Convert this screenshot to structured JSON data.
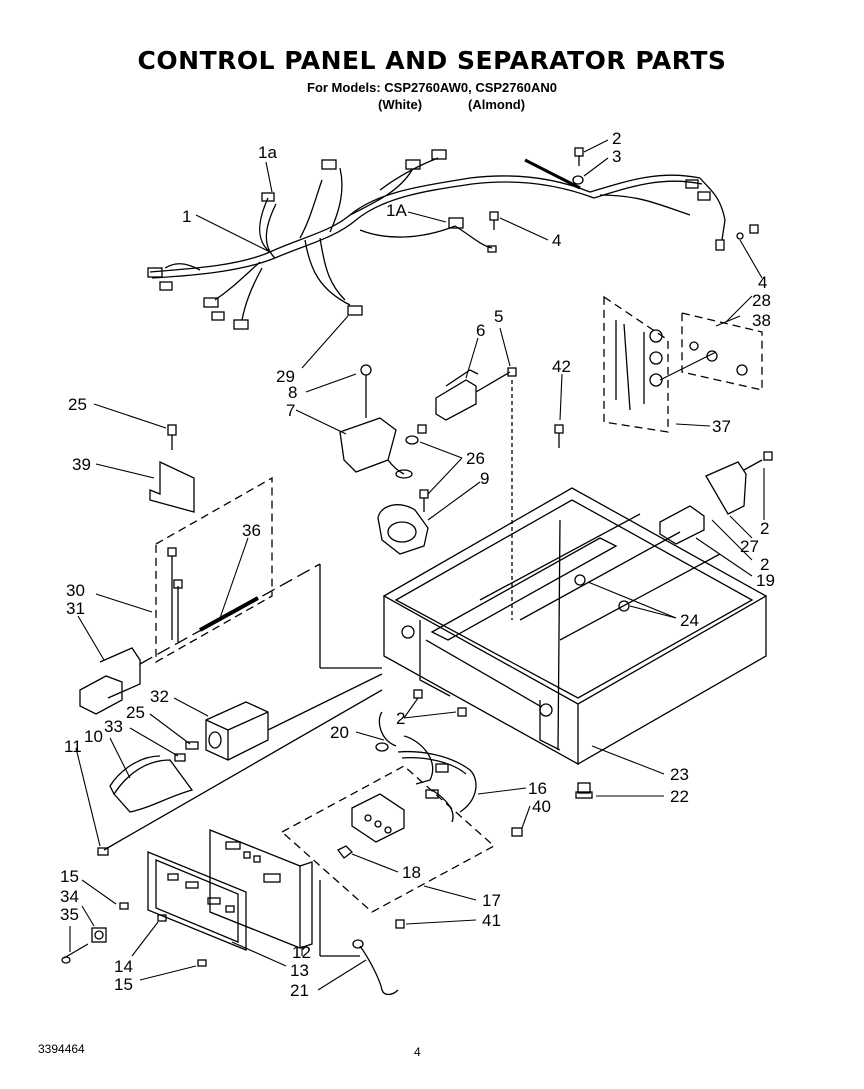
{
  "header": {
    "title": "CONTROL PANEL AND SEPARATOR PARTS",
    "subtitle": "For Models: CSP2760AW0, CSP2760AN0",
    "variant_white": "(White)",
    "variant_almond": "(Almond)"
  },
  "callouts": [
    {
      "id": "c-1",
      "text": "1"
    },
    {
      "id": "c-1a",
      "text": "1a"
    },
    {
      "id": "c-1A",
      "text": "1A"
    },
    {
      "id": "c-2a",
      "text": "2"
    },
    {
      "id": "c-3",
      "text": "3"
    },
    {
      "id": "c-4a",
      "text": "4"
    },
    {
      "id": "c-4b",
      "text": "4"
    },
    {
      "id": "c-28",
      "text": "28"
    },
    {
      "id": "c-38",
      "text": "38"
    },
    {
      "id": "c-29",
      "text": "29"
    },
    {
      "id": "c-6",
      "text": "6"
    },
    {
      "id": "c-5",
      "text": "5"
    },
    {
      "id": "c-42",
      "text": "42"
    },
    {
      "id": "c-8",
      "text": "8"
    },
    {
      "id": "c-7",
      "text": "7"
    },
    {
      "id": "c-37",
      "text": "37"
    },
    {
      "id": "c-25a",
      "text": "25"
    },
    {
      "id": "c-26",
      "text": "26"
    },
    {
      "id": "c-9",
      "text": "9"
    },
    {
      "id": "c-39",
      "text": "39"
    },
    {
      "id": "c-36",
      "text": "36"
    },
    {
      "id": "c-2b",
      "text": "2"
    },
    {
      "id": "c-27",
      "text": "27"
    },
    {
      "id": "c-2c",
      "text": "2"
    },
    {
      "id": "c-19",
      "text": "19"
    },
    {
      "id": "c-30",
      "text": "30"
    },
    {
      "id": "c-31",
      "text": "31"
    },
    {
      "id": "c-24",
      "text": "24"
    },
    {
      "id": "c-32",
      "text": "32"
    },
    {
      "id": "c-25b",
      "text": "25"
    },
    {
      "id": "c-33",
      "text": "33"
    },
    {
      "id": "c-10",
      "text": "10"
    },
    {
      "id": "c-2d",
      "text": "2"
    },
    {
      "id": "c-20",
      "text": "20"
    },
    {
      "id": "c-11",
      "text": "11"
    },
    {
      "id": "c-23",
      "text": "23"
    },
    {
      "id": "c-22",
      "text": "22"
    },
    {
      "id": "c-16",
      "text": "16"
    },
    {
      "id": "c-40",
      "text": "40"
    },
    {
      "id": "c-18",
      "text": "18"
    },
    {
      "id": "c-17",
      "text": "17"
    },
    {
      "id": "c-15a",
      "text": "15"
    },
    {
      "id": "c-34",
      "text": "34"
    },
    {
      "id": "c-35",
      "text": "35"
    },
    {
      "id": "c-41",
      "text": "41"
    },
    {
      "id": "c-12",
      "text": "12"
    },
    {
      "id": "c-14",
      "text": "14"
    },
    {
      "id": "c-13",
      "text": "13"
    },
    {
      "id": "c-15b",
      "text": "15"
    },
    {
      "id": "c-21",
      "text": "21"
    }
  ],
  "footer": {
    "part_number": "3394464",
    "page_number": "4"
  }
}
